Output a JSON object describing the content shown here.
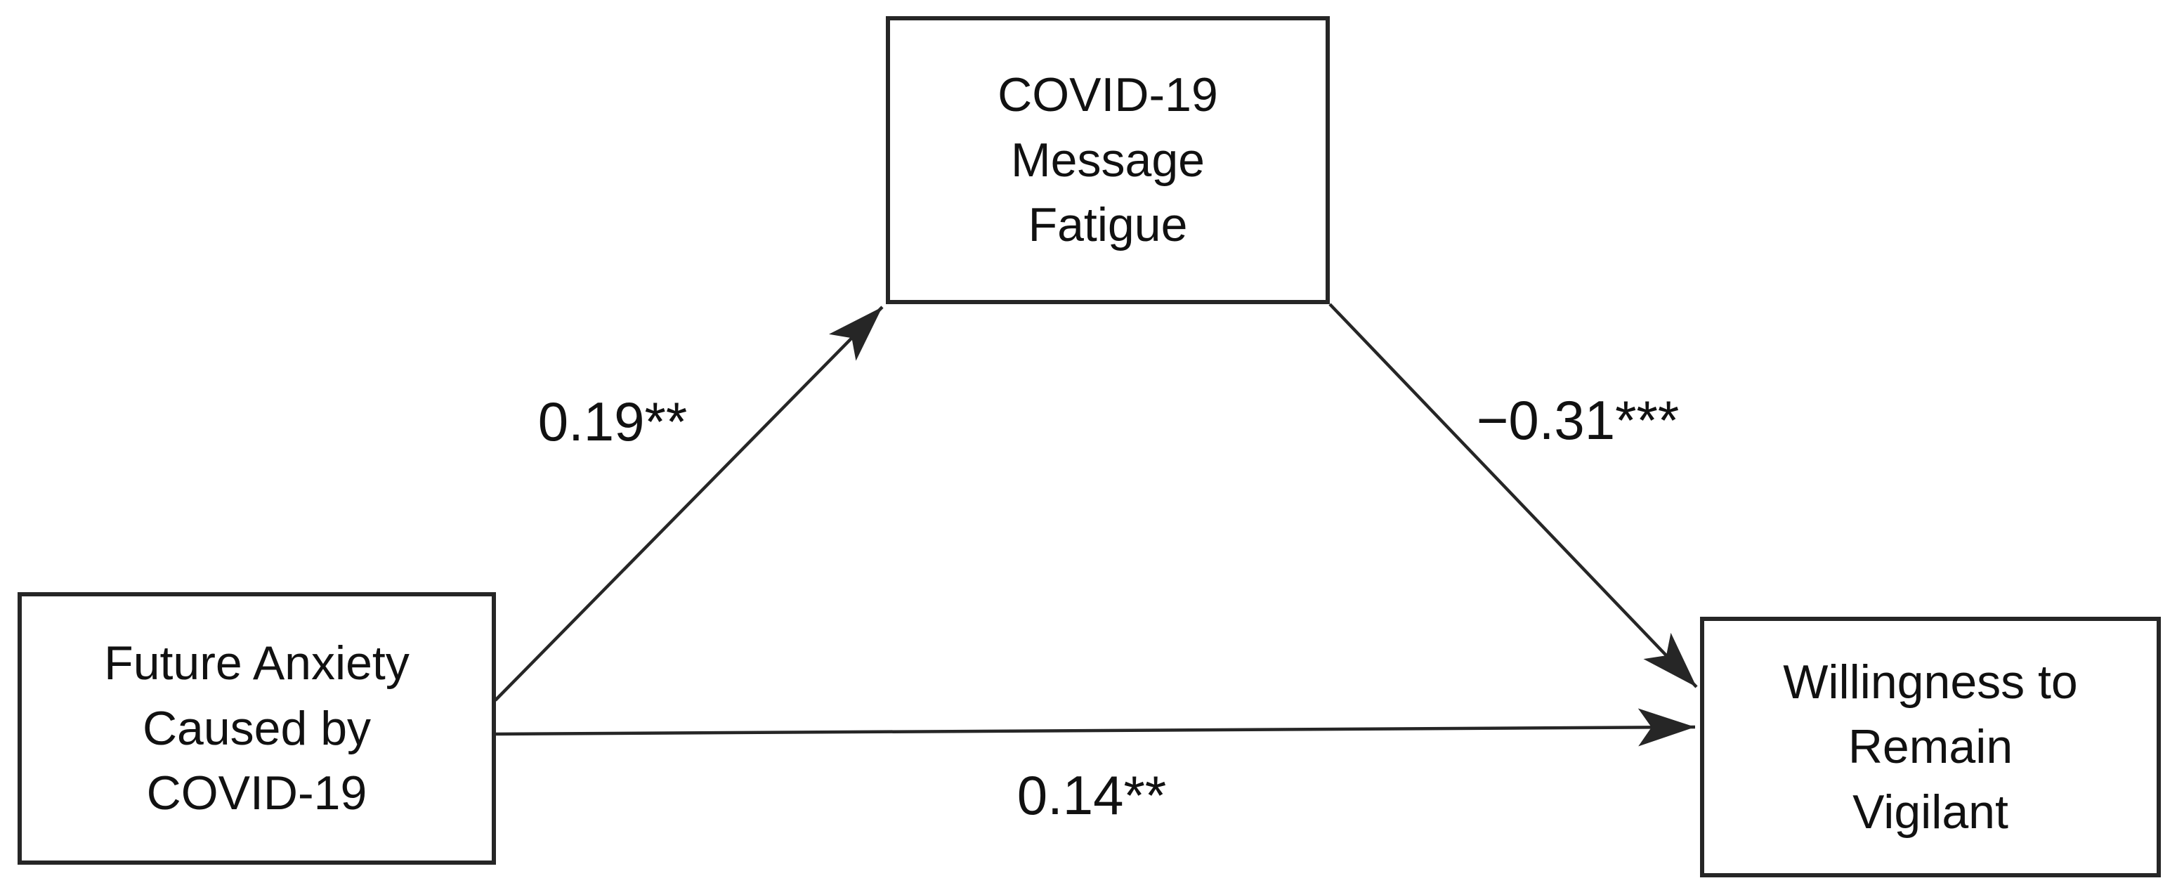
{
  "diagram": {
    "type": "mediation-path-model",
    "background_color": "#ffffff",
    "line_color": "#262626",
    "text_color": "#111111",
    "nodes": {
      "predictor": {
        "label": "Future Anxiety\nCaused by\nCOVID-19"
      },
      "mediator": {
        "label": "COVID-19\nMessage\nFatigue"
      },
      "outcome": {
        "label": "Willingness to\nRemain\nVigilant"
      }
    },
    "paths": {
      "a_predictor_to_mediator": {
        "label": "0.19**"
      },
      "b_mediator_to_outcome": {
        "label": "−0.31***"
      },
      "c_predictor_to_outcome": {
        "label": "0.14**"
      }
    }
  }
}
